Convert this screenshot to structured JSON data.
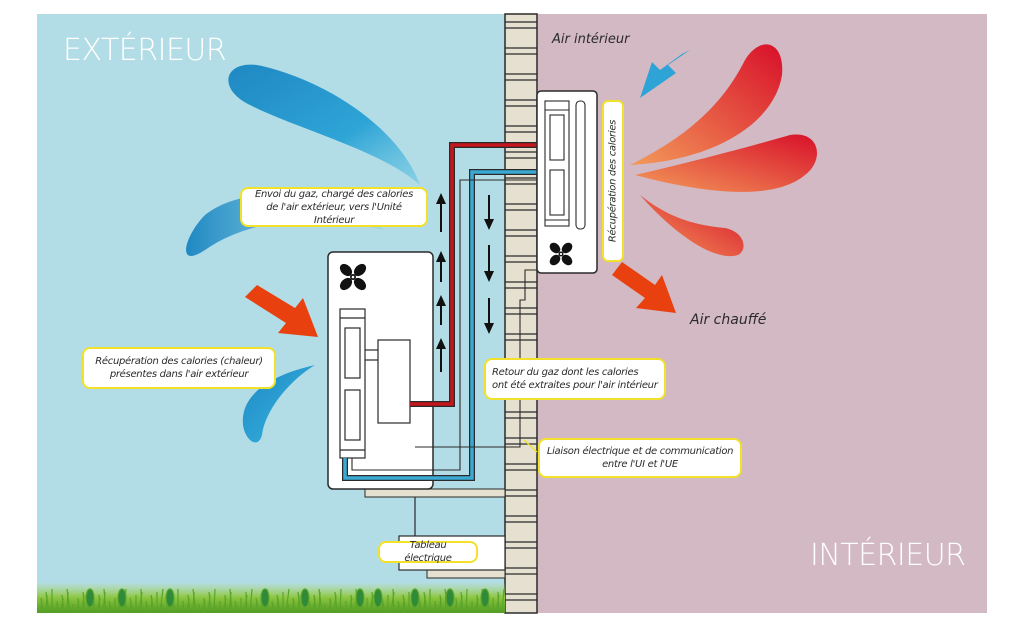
{
  "diagram": {
    "title": "Pompe à chaleur air/air — principe de fonctionnement",
    "zones": {
      "outside": {
        "label": "EXTÉRIEUR",
        "color": "#b3dde6"
      },
      "inside": {
        "label": "INTÉRIEUR",
        "color": "#d2b9c3"
      }
    },
    "air_labels": {
      "indoor_air": "Air intérieur",
      "heated_air": "Air chauffé"
    },
    "callouts": {
      "gas_send": [
        "Envoi du gaz, chargé des calories",
        "de l'air extérieur, vers l'Unité Intérieur"
      ],
      "heat_recovery_outside": [
        "Récupération des calories (chaleur)",
        "présentes dans l'air extérieur"
      ],
      "gas_return": [
        "Retour du gaz dont les calories",
        "ont été extraites pour l'air intérieur"
      ],
      "link": [
        "Liaison électrique et de communication",
        "entre l'UI et l'UE"
      ],
      "panel": "Tableau électrique",
      "heat_recovery_inside": "Récupération des calories"
    },
    "components": {
      "outdoor_unit": "outdoor-unit",
      "indoor_unit": "indoor-unit",
      "electrical_panel": "electrical-panel",
      "wall": "wall"
    },
    "colors": {
      "hot_pipe": "#c4161c",
      "cold_pipe": "#3aa9d4",
      "callout_border": "#f2e12a",
      "outline": "#2a2a2a",
      "wall_fill": "#e5e0cf",
      "orange_arrow": "#e8410f",
      "blue_arrow": "#2ea4d6"
    },
    "icons": [
      "fan-icon-outdoor",
      "fan-icon-indoor",
      "arrow-up-icon",
      "arrow-down-icon",
      "grass-decoration"
    ]
  }
}
